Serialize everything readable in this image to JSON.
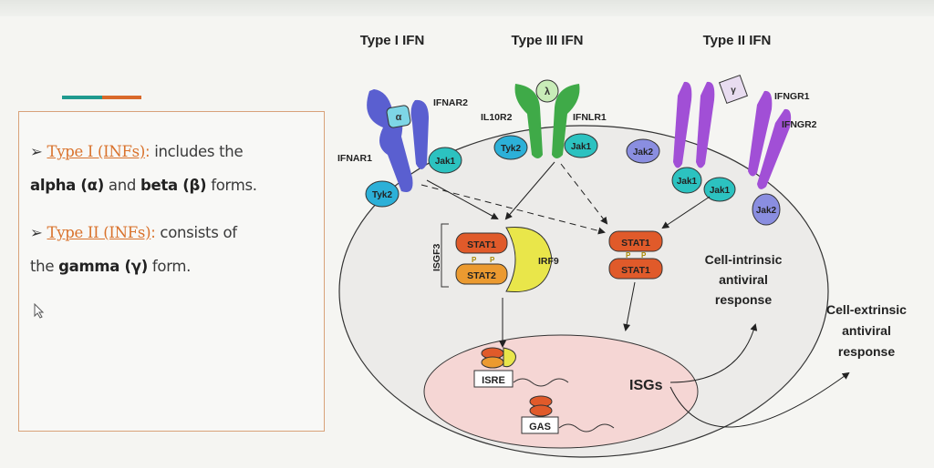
{
  "slide": {
    "bullets": [
      {
        "marker": "➢",
        "highlight": "Type I (INFs)",
        "colon": ":",
        "rest": " includes the",
        "line2_b1": "alpha (α)",
        "line2_mid": " and ",
        "line2_b2": "beta (β)",
        "line2_end": " forms."
      },
      {
        "marker": "➢",
        "highlight": "Type II (INFs)",
        "colon": ":",
        "rest": " consists of",
        "line2_pre": "the ",
        "line2_b1": "gamma (γ)",
        "line2_end": " form."
      }
    ],
    "accent_colors": {
      "teal": "#1f9a8f",
      "orange": "#d9692a"
    }
  },
  "diagram": {
    "headers": {
      "type1": "Type I IFN",
      "type3": "Type III IFN",
      "type2": "Type II IFN"
    },
    "receptors": {
      "ifnar2": "IFNAR2",
      "ifnar1": "IFNAR1",
      "il10r2": "IL10R2",
      "ifnlr1": "IFNLR1",
      "ifngr1": "IFNGR1",
      "ifngr2": "IFNGR2"
    },
    "ligands": {
      "alpha": "α",
      "lambda": "λ",
      "gamma": "γ"
    },
    "kinases": {
      "tyk2": "Tyk2",
      "jak1": "Jak1",
      "jak2": "Jak2"
    },
    "complexes": {
      "isgf3": "ISGF3",
      "stat1": "STAT1",
      "stat2": "STAT2",
      "irf9": "IRF9",
      "p": "P"
    },
    "nucleus": {
      "isre": "ISRE",
      "gas": "GAS",
      "isgs": "ISGs"
    },
    "responses": {
      "intrinsic": [
        "Cell-intrinsic",
        "antiviral",
        "response"
      ],
      "extrinsic": [
        "Cell-extrinsic",
        "antiviral",
        "response"
      ]
    }
  }
}
